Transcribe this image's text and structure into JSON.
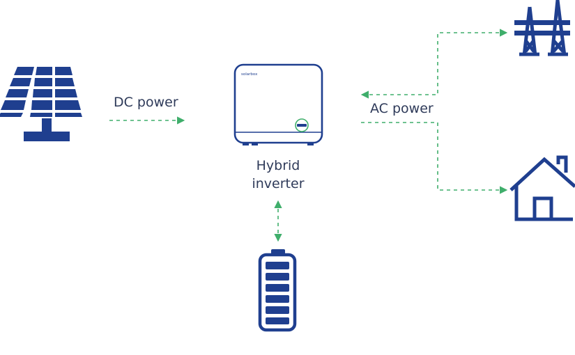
{
  "labels": {
    "dc_power": "DC power",
    "ac_power": "AC power",
    "inverter_line1": "Hybrid",
    "inverter_line2": "inverter"
  },
  "inverter_brand": "solarbox",
  "icons": {
    "solar": "solar-panel-icon",
    "inverter": "hybrid-inverter-icon",
    "battery": "battery-icon",
    "grid": "power-grid-tower-icon",
    "home": "house-icon"
  },
  "colors": {
    "icon_blue": "#1f3f8f",
    "arrow_green": "#3fae6b",
    "label_text": "#2e3a59"
  }
}
